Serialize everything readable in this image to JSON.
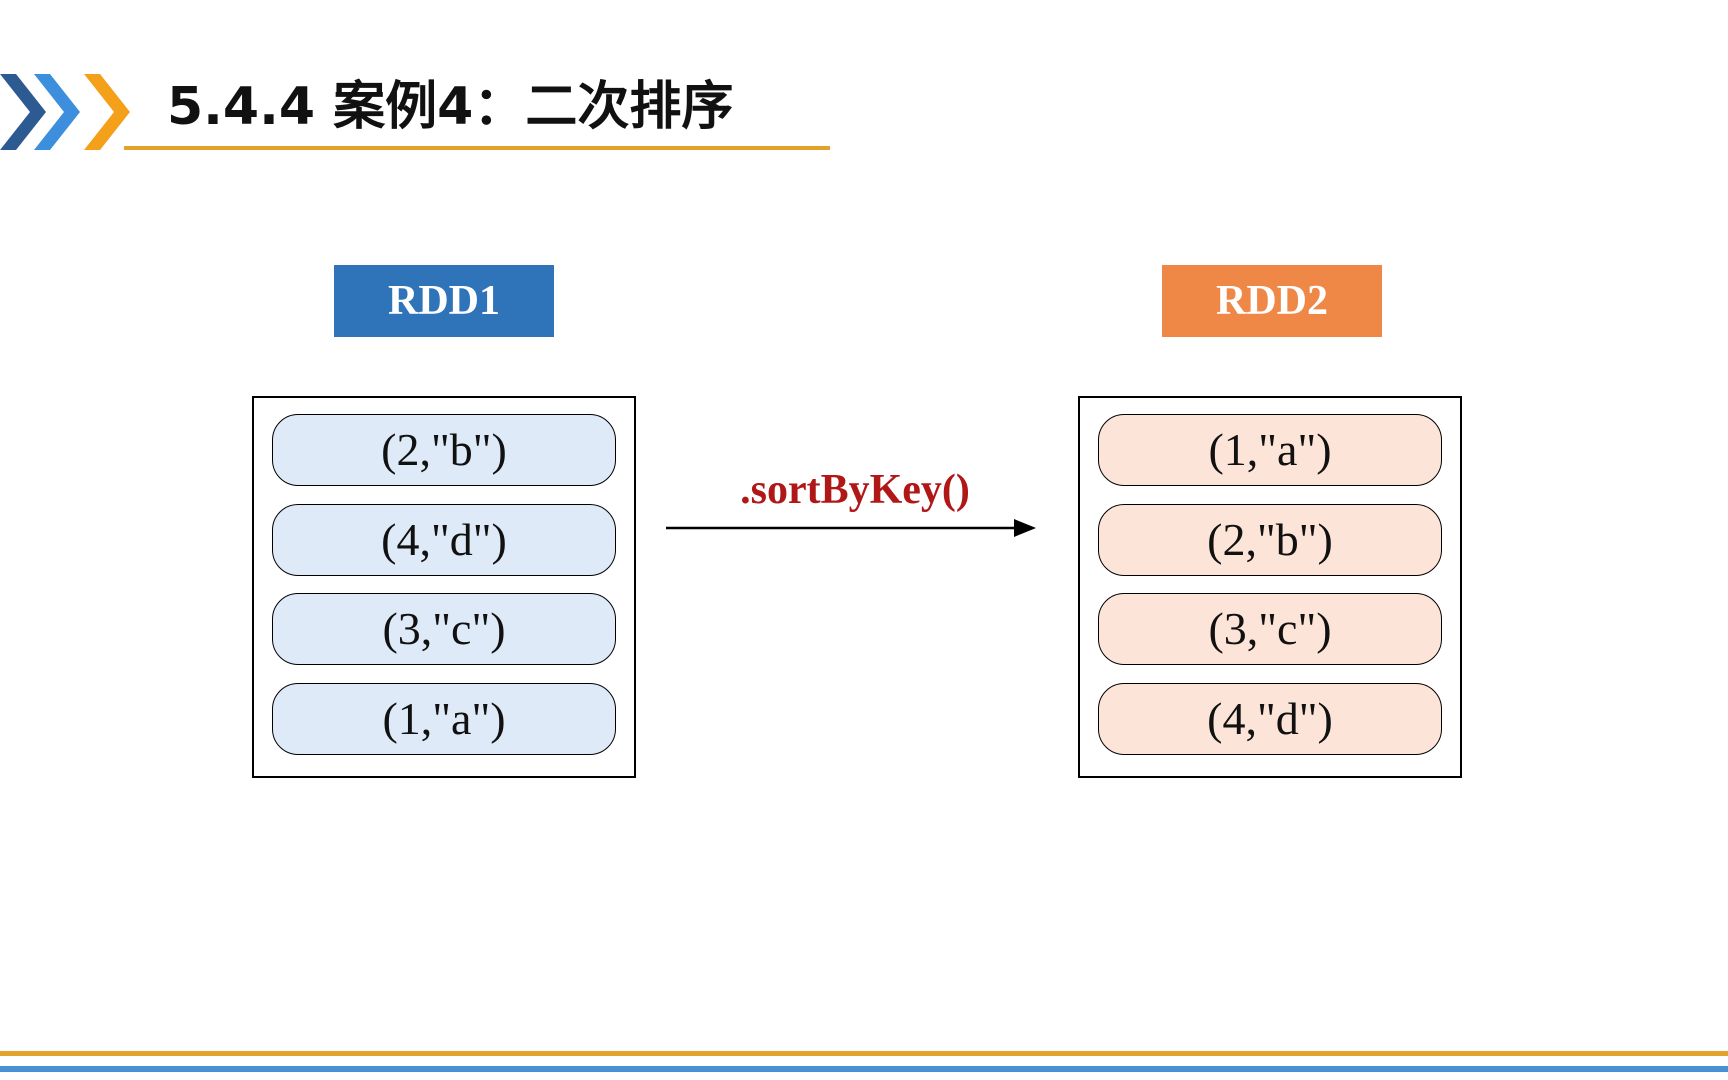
{
  "header": {
    "title": "5.4.4 案例4：二次排序",
    "accent_color": "#E3A32A",
    "chevron_colors": [
      "#2D5A91",
      "#3D8EDC",
      "#F5A01A"
    ]
  },
  "diagram": {
    "rdd1": {
      "label": "RDD1",
      "label_color": "#2F73B9",
      "record_fill": "#DEEAF8",
      "records": [
        "(2,\"b\")",
        "(4,\"d\")",
        "(3,\"c\")",
        "(1,\"a\")"
      ]
    },
    "operation": {
      "label": ".sortByKey()",
      "color": "#B01818"
    },
    "rdd2": {
      "label": "RDD2",
      "label_color": "#EF8847",
      "record_fill": "#FCE5D8",
      "records": [
        "(1,\"a\")",
        "(2,\"b\")",
        "(3,\"c\")",
        "(4,\"d\")"
      ]
    }
  },
  "footer": {
    "line_colors": [
      "#E3A32A",
      "#4A90D6"
    ]
  }
}
